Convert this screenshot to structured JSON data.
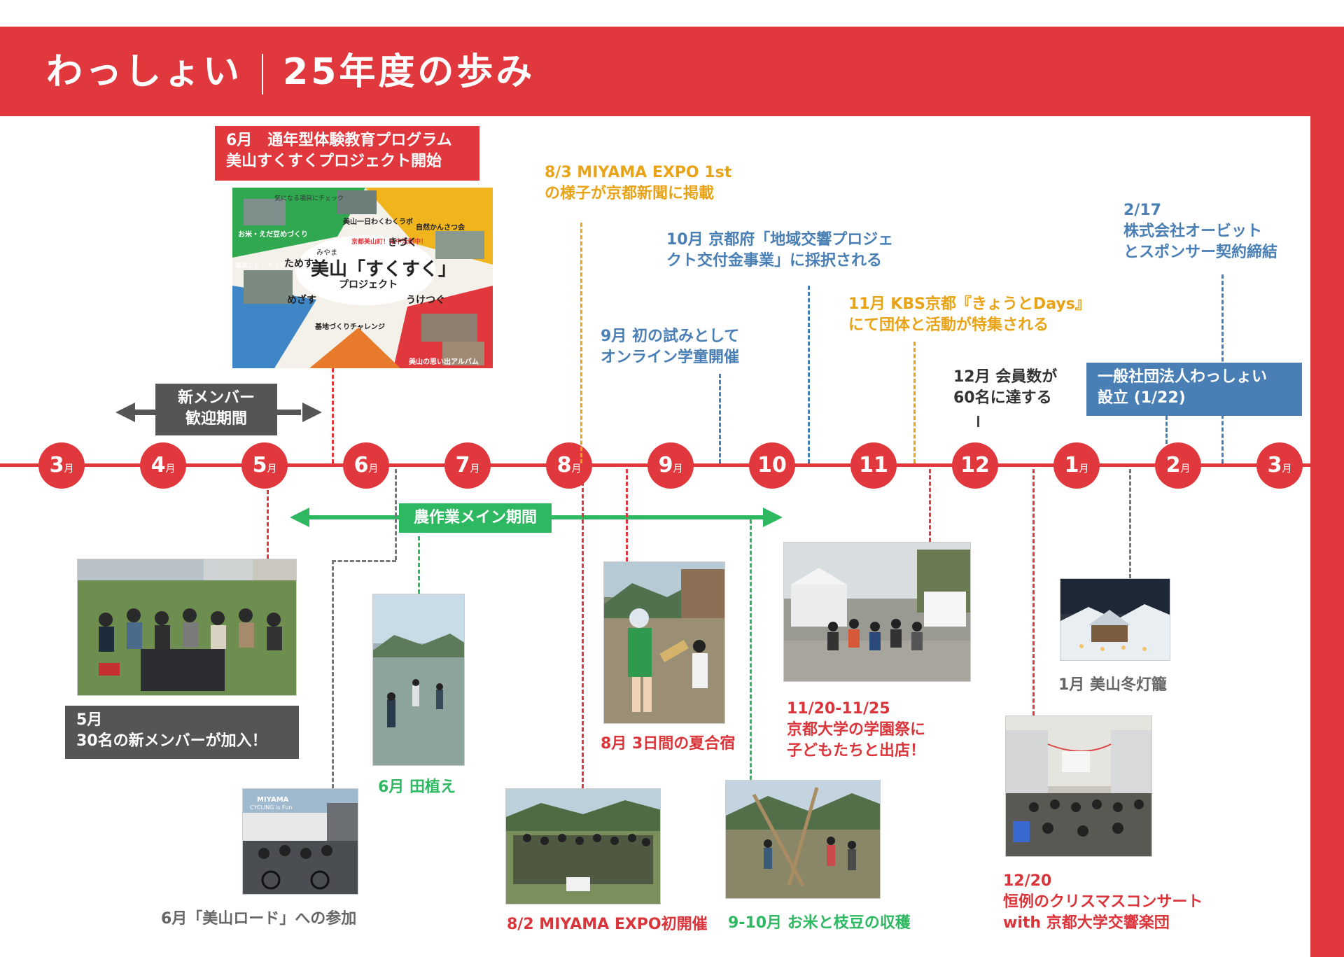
{
  "header": {
    "title_left": "わっしょい",
    "title_right": "25年度の歩み"
  },
  "months": [
    {
      "num": "3",
      "suffix": "月"
    },
    {
      "num": "4",
      "suffix": "月"
    },
    {
      "num": "5",
      "suffix": "月"
    },
    {
      "num": "6",
      "suffix": "月"
    },
    {
      "num": "7",
      "suffix": "月"
    },
    {
      "num": "8",
      "suffix": "月"
    },
    {
      "num": "9",
      "suffix": "月"
    },
    {
      "num": "10",
      "suffix": ""
    },
    {
      "num": "11",
      "suffix": ""
    },
    {
      "num": "12",
      "suffix": ""
    },
    {
      "num": "1",
      "suffix": "月"
    },
    {
      "num": "2",
      "suffix": "月"
    },
    {
      "num": "3",
      "suffix": "月"
    }
  ],
  "colors": {
    "red": "#e0383d",
    "orange": "#e8a317",
    "blue": "#4a7fb5",
    "green": "#2fb862",
    "gray": "#555555"
  },
  "events": {
    "june_program": {
      "line1": "6月　通年型体験教育プログラム",
      "line2": "美山すくすくプロジェクト開始"
    },
    "flyer": {
      "top_left": "気になる項目にチェック",
      "project_name_sub": "みやま",
      "project_name": "美山「すくすく」",
      "project_tag": "プロジェクト",
      "ribbon": "京都美山町！年中活動中！",
      "item_1": "お米・えだ豆めづくり",
      "item_2": "美山一日わくわくラボ",
      "item_3": "自然かんさつ会",
      "item_4": "農業とビジネスチャレンジ",
      "item_5": "基地づくりチャレンジ",
      "item_6": "美山の思い出アルバム",
      "word_1": "ためす",
      "word_2": "きづく",
      "word_3": "めざす",
      "word_4": "うけつぐ"
    },
    "expo_news": {
      "line1": "8/3 MIYAMA EXPO 1st",
      "line2": "の様子が京都新聞に掲載"
    },
    "kyoto_grant": {
      "line1": "10月 京都府「地域交響プロジェ",
      "line2": "クト交付金事業」に採択される"
    },
    "online_school": {
      "line1": "9月 初の試みとして",
      "line2": "オンライン学童開催"
    },
    "kbs": {
      "line1": "11月 KBS京都『きょうとDays』",
      "line2": "にて団体と活動が特集される"
    },
    "members_60": {
      "line1": "12月 会員数が",
      "line2": "60名に達する"
    },
    "sponsor": {
      "line1": "2/17",
      "line2": "株式会社オービット",
      "line3": "とスポンサー契約締結"
    },
    "incorporation": {
      "line1": "一般社団法人わっしょい",
      "line2": "設立 (1/22)"
    },
    "welcome": {
      "line1": "新メンバー",
      "line2": "歓迎期間"
    },
    "farming": {
      "label": "農作業メイン期間"
    },
    "may_members": {
      "line1": "5月",
      "line2": "30名の新メンバーが加入！"
    },
    "miyama_road": {
      "label": "6月「美山ロード」への参加",
      "sign_line1": "MIYAMA",
      "sign_line2": "CYCLING is Fun"
    },
    "rice_planting": {
      "label": "6月 田植え"
    },
    "summer_camp": {
      "label": "8月 3日間の夏合宿"
    },
    "expo_first": {
      "label": "8/2 MIYAMA EXPO初開催"
    },
    "harvest": {
      "label": "9-10月 お米と枝豆の収穫"
    },
    "univ_festival": {
      "line1": "11/20-11/25",
      "line2": "京都大学の学園祭に",
      "line3": "子どもたちと出店！"
    },
    "winter_lantern": {
      "label": "1月 美山冬灯籠"
    },
    "christmas": {
      "line1": "12/20",
      "line2": "恒例のクリスマスコンサート",
      "line3": "with 京都大学交響楽団"
    }
  }
}
